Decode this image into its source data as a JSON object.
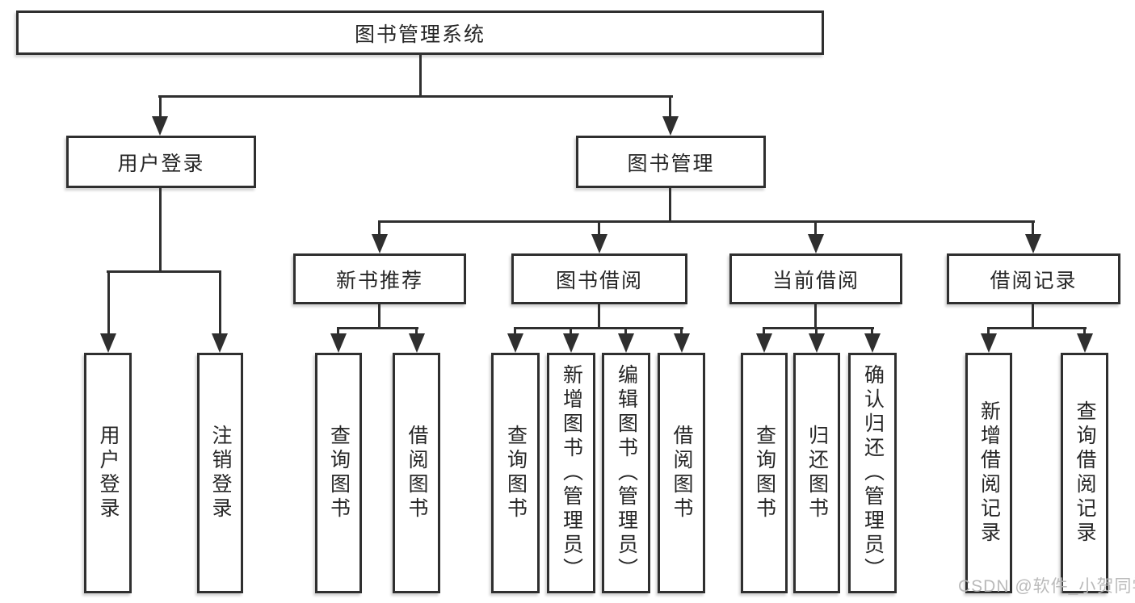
{
  "nodes": {
    "root": "图书管理系统",
    "user_login": "用户登录",
    "book_management": "图书管理",
    "new_book_recommend": "新书推荐",
    "book_borrow": "图书借阅",
    "current_borrow": "当前借阅",
    "borrow_record": "借阅记录",
    "leaf_user_login": "用户登录",
    "leaf_logout": "注销登录",
    "leaf_nb_query": "查询图书",
    "leaf_nb_borrow": "借阅图书",
    "leaf_bb_query": "查询图书",
    "leaf_bb_add": "新增图书（管理员）",
    "leaf_bb_edit": "编辑图书（管理员）",
    "leaf_bb_borrow": "借阅图书",
    "leaf_cb_query": "查询图书",
    "leaf_cb_return": "归还图书",
    "leaf_cb_confirm": "确认归还（管理员）",
    "leaf_br_add": "新增借阅记录",
    "leaf_br_query": "查询借阅记录"
  },
  "watermark": "CSDN @软件_小贺同学",
  "colors": {
    "line": "#2f2f2f",
    "text": "#262626",
    "watermark": "#b6b6b6",
    "background": "#ffffff"
  }
}
